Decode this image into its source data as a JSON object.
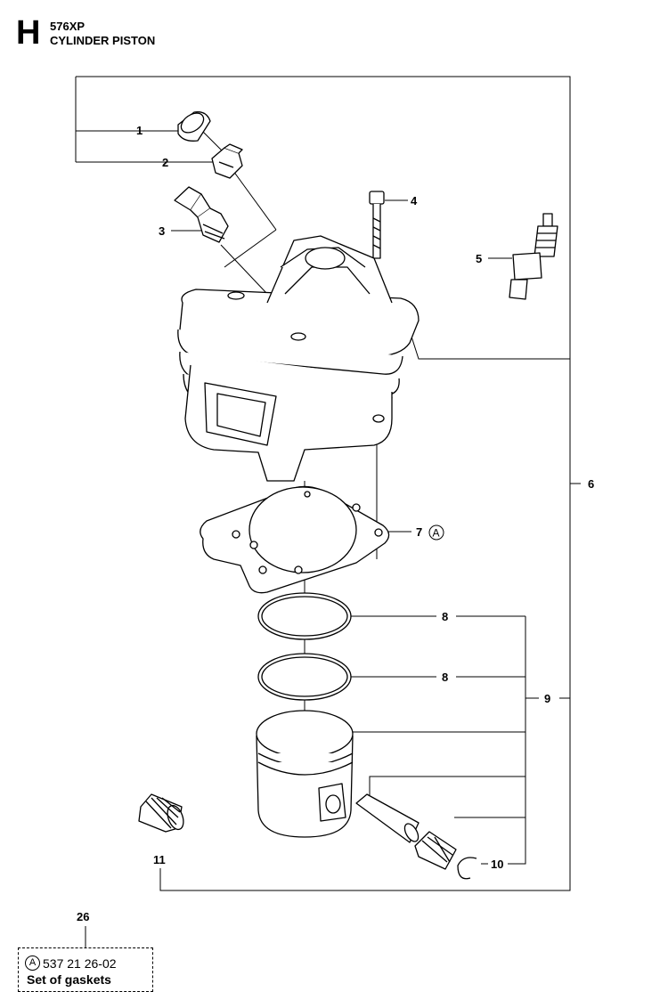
{
  "header": {
    "section_letter": "H",
    "model": "576XP",
    "title": "CYLINDER PISTON"
  },
  "callouts": {
    "c1": "1",
    "c2": "2",
    "c3": "3",
    "c4": "4",
    "c5": "5",
    "c6": "6",
    "c7": "7",
    "c7_ref": "A",
    "c8a": "8",
    "c8b": "8",
    "c9": "9",
    "c10": "10",
    "c11": "11"
  },
  "kit": {
    "number": "26",
    "ref_letter": "A",
    "part_number": "537 21 26-02",
    "description": "Set of gaskets"
  }
}
